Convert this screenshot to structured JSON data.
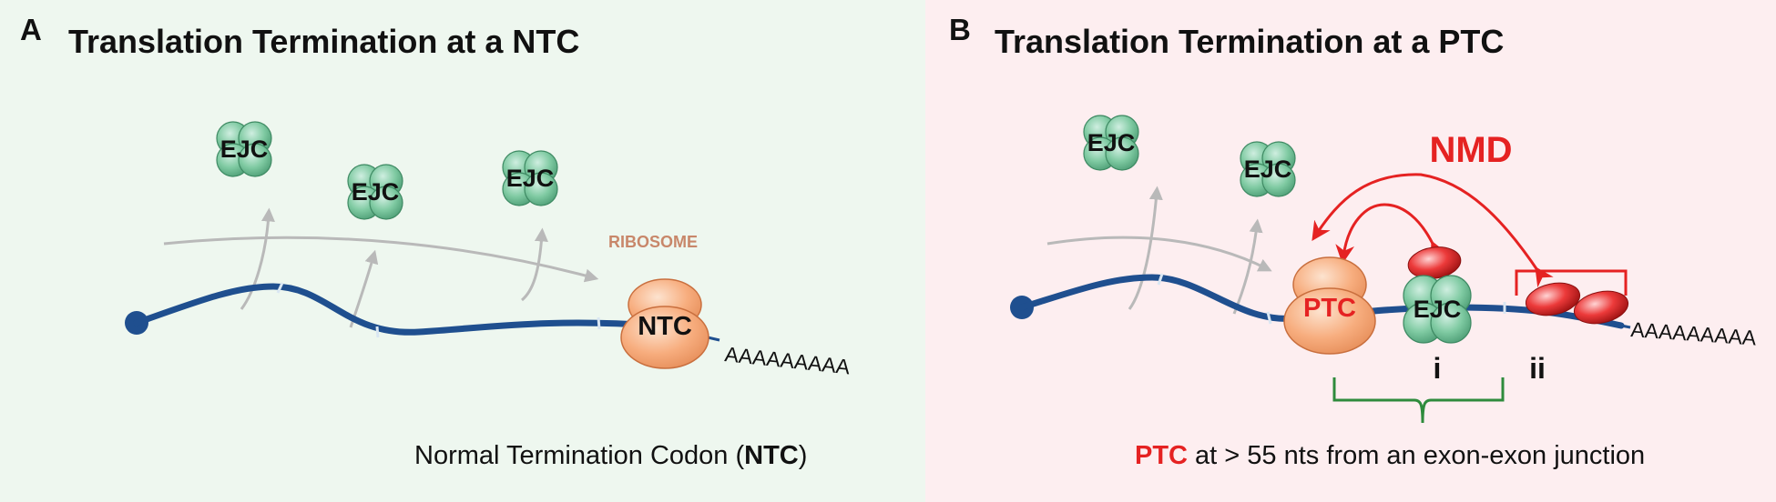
{
  "panel_a": {
    "letter": "A",
    "title": "Translation Termination at a NTC",
    "ejc_labels": [
      "EJC",
      "EJC",
      "EJC"
    ],
    "ribosome_caption": "RIBOSOME",
    "ribosome_label": "NTC",
    "polya": "AAAAAAAAA",
    "caption_prefix": "Normal Termination Codon (",
    "caption_bold": "NTC",
    "caption_suffix": ")",
    "background": "#eef7ef"
  },
  "panel_b": {
    "letter": "B",
    "title": "Translation Termination at a PTC",
    "ejc_labels": [
      "EJC",
      "EJC",
      "EJC"
    ],
    "ribosome_label": "PTC",
    "nmd_label": "NMD",
    "marker_i": "i",
    "marker_ii": "ii",
    "polya": "AAAAAAAAA",
    "caption_highlight": "PTC",
    "caption_rest": " at > 55 nts from an exon-exon junction",
    "background": "#fdeef0"
  },
  "colors": {
    "mrna": "#1f4f8f",
    "ejc_fill": "#6cbf95",
    "ribosome_fill": "#f6a876",
    "nmd_red": "#e52222",
    "arrow_gray": "#b9b9b9",
    "bracket_green": "#2e8b3c"
  },
  "icons": [
    "ejc-complex-icon",
    "ribosome-icon",
    "nmd-factor-icon",
    "5-prime-cap-icon"
  ]
}
